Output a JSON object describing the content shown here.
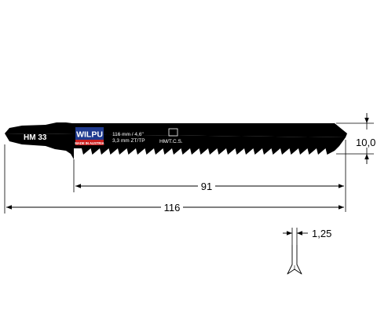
{
  "blade": {
    "model": "HM 33",
    "brand": "WILPU",
    "brand_tagline": "MADE IN AUSTRIA",
    "spec_line1": "116 mm / 4,6\"",
    "spec_line2": "3,3 mm ZT/TP",
    "material": "HM/T.C.S."
  },
  "dimensions": {
    "height": "10,0",
    "working_length": "91",
    "total_length": "116",
    "thickness": "1,25"
  },
  "colors": {
    "blade": "#000000",
    "logo_blue": "#1f3a8f",
    "logo_red": "#cc1f1f"
  }
}
